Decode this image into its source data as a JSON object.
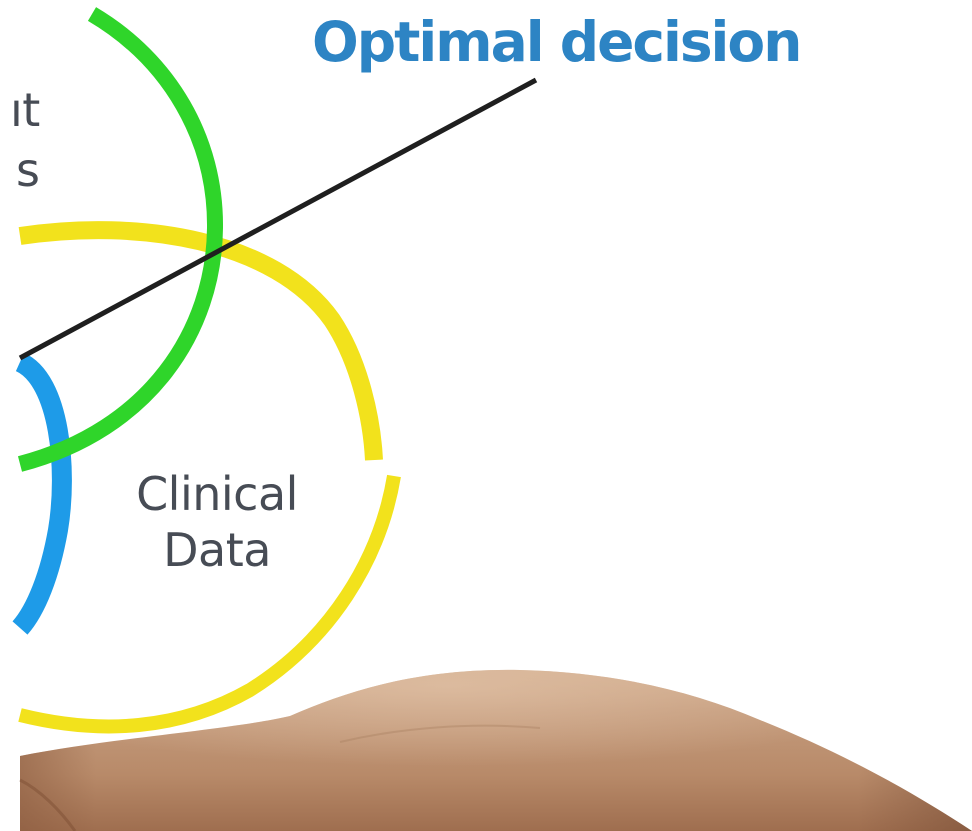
{
  "diagram": {
    "title": "Optimal decision",
    "labels": {
      "partial_top": "ıt",
      "partial_bottom": "s",
      "clinical_line1": "Clinical",
      "clinical_line2": "Data"
    }
  },
  "colors": {
    "title": "#2D84C4",
    "label_text": "#474C55",
    "green_circle": "#2FD52A",
    "yellow_circle": "#F2E21C",
    "blue_circle": "#1E9BE8",
    "pointer_line": "#1F1F1F",
    "skin": "#BF9373"
  }
}
